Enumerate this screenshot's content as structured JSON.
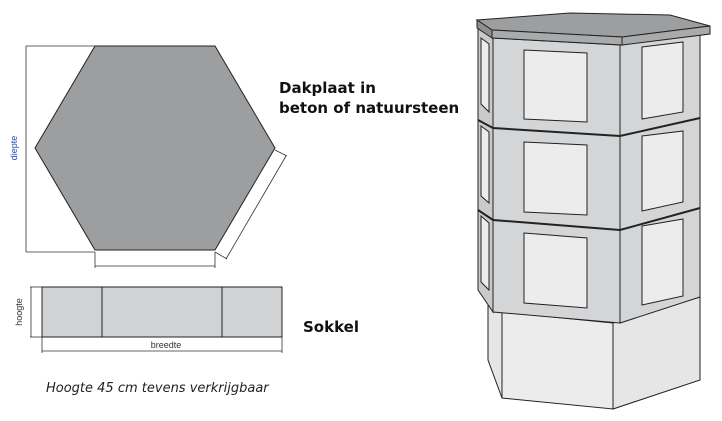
{
  "labels": {
    "roof_line1": "Dakplaat in",
    "roof_line2": "beton of natuursteen",
    "base": "Sokkel",
    "note": "Hoogte 45 cm tevens verkrijgbaar"
  },
  "dimensions": {
    "depth": "diepte",
    "height": "hoogte",
    "width": "breedte"
  },
  "colors": {
    "roof": "#9d9ea0",
    "base": "#d1d2d4",
    "plate": "#ececed",
    "body": "#d4d5d7"
  }
}
